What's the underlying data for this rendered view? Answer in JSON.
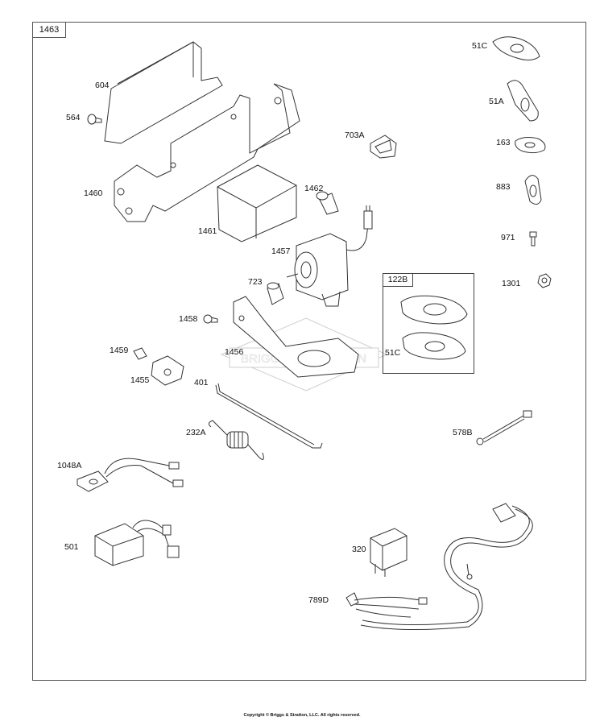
{
  "diagram": {
    "assembly_number": "1463",
    "kit_label": "122B",
    "watermark": "BRIGGS & STRATTON",
    "copyright": "Copyright © Briggs & Stratton, LLC. All rights reserved.",
    "line_color": "#333333",
    "part_labels": [
      "604",
      "564",
      "1460",
      "1461",
      "1462",
      "703A",
      "1457",
      "723",
      "1458",
      "1456",
      "1459",
      "1455",
      "401",
      "232A",
      "1048A",
      "501",
      "320",
      "789D",
      "51C",
      "51A",
      "163",
      "883",
      "971",
      "1301",
      "51C",
      "578B"
    ]
  }
}
